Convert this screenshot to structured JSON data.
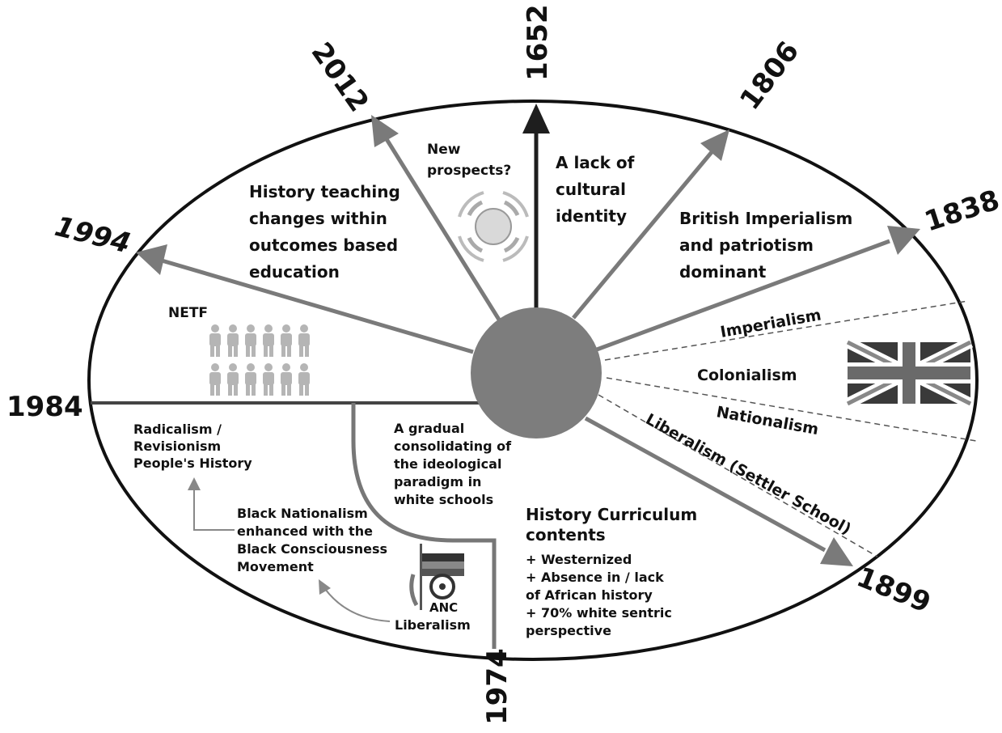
{
  "years": {
    "y1652": "1652",
    "y2012": "2012",
    "y1806": "1806",
    "y1838": "1838",
    "y1994": "1994",
    "y1984": "1984",
    "y1899": "1899",
    "y1974": "1974"
  },
  "labels": {
    "new_prospects": [
      "New",
      "prospects?"
    ],
    "lack_identity": [
      "A lack of",
      "cultural",
      "identity"
    ],
    "history_teaching": [
      "History teaching",
      "changes within",
      "outcomes based",
      "education"
    ],
    "british": [
      "British Imperialism",
      "and patriotism",
      "dominant"
    ],
    "netf": "NETF",
    "radicalism": [
      "Radicalism /",
      "Revisionism",
      "People's History"
    ],
    "black_nationalism": [
      "Black Nationalism",
      "enhanced with the",
      "Black Consciousness",
      "Movement"
    ],
    "liberalism": "Liberalism",
    "gradual": [
      "A gradual",
      "consolidating of",
      "the ideological",
      "paradigm in",
      "white schools"
    ],
    "curriculum_title": [
      "History Curriculum",
      "contents"
    ],
    "curriculum_items": [
      "+ Westernized",
      "+ Absence in / lack",
      "of African history",
      "+ 70% white sentric",
      "perspective"
    ],
    "anc_logo_text": "ANC"
  },
  "ideologies": {
    "imperialism": "Imperialism",
    "colonialism": "Colonialism",
    "nationalism": "Nationalism",
    "liberalism_settler": "Liberalism (Settler School)"
  },
  "colors": {
    "outline": "#111111",
    "arrow_gray": "#7a7a7a",
    "arrow_dark": "#1e1e1e",
    "hub": "#7d7d7d",
    "figure_gray": "#b5b5b5",
    "flag_dark": "#3a3a3a"
  }
}
